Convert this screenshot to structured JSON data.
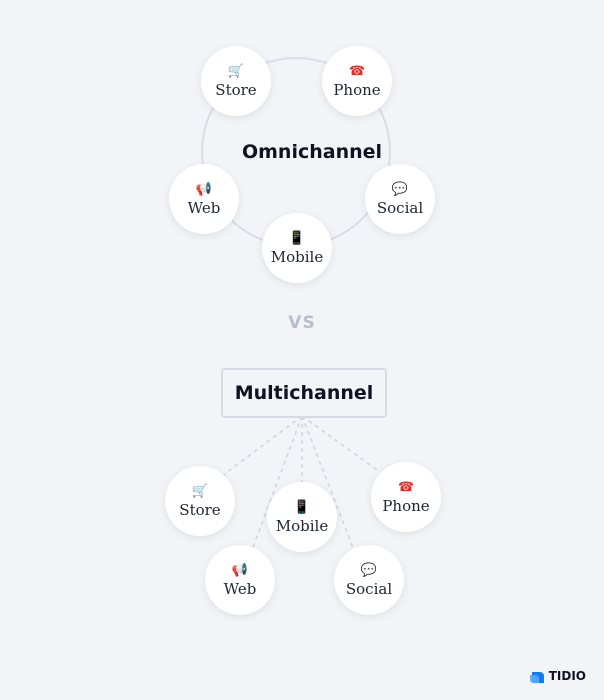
{
  "omnichannel": {
    "title": "Omnichannel",
    "nodes": [
      {
        "label": "Store",
        "icon": "shopping-cart-icon",
        "glyph": "🛒"
      },
      {
        "label": "Phone",
        "icon": "telephone-icon",
        "glyph": "☎"
      },
      {
        "label": "Web",
        "icon": "megaphone-icon",
        "glyph": "📢"
      },
      {
        "label": "Social",
        "icon": "speech-bubble-icon",
        "glyph": "💬"
      },
      {
        "label": "Mobile",
        "icon": "mobile-phone-icon",
        "glyph": "📱"
      }
    ]
  },
  "vs_text": "VS",
  "multichannel": {
    "title": "Multichannel",
    "nodes": [
      {
        "label": "Store",
        "icon": "shopping-cart-icon",
        "glyph": "🛒"
      },
      {
        "label": "Mobile",
        "icon": "mobile-phone-icon",
        "glyph": "📱"
      },
      {
        "label": "Phone",
        "icon": "telephone-icon",
        "glyph": "☎"
      },
      {
        "label": "Web",
        "icon": "megaphone-icon",
        "glyph": "📢"
      },
      {
        "label": "Social",
        "icon": "speech-bubble-icon",
        "glyph": "💬"
      }
    ]
  },
  "brand": {
    "name": "TIDIO",
    "color": "#0f7cf2"
  },
  "colors": {
    "ring": "#d9dde8",
    "dashed_line": "#d0d4df",
    "phone_icon": "#e0302e"
  }
}
